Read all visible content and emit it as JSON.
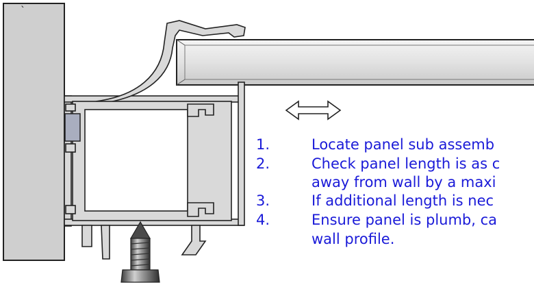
{
  "figure": {
    "wall_mark": "`",
    "colors": {
      "wall": "#cfcfcf",
      "profile": "#d9d9d9",
      "outline": "#222222",
      "text": "#1a1ad8",
      "gasket": "#a9aebf"
    }
  },
  "instructions": [
    {
      "number": "1.",
      "lines": [
        "Locate panel sub assemb"
      ]
    },
    {
      "number": "2.",
      "lines": [
        "Check panel length is as c",
        "away from wall by a maxi"
      ]
    },
    {
      "number": "3.",
      "lines": [
        "If additional length is nec"
      ]
    },
    {
      "number": "4.",
      "lines": [
        "Ensure panel is plumb, ca",
        "wall profile."
      ]
    }
  ]
}
